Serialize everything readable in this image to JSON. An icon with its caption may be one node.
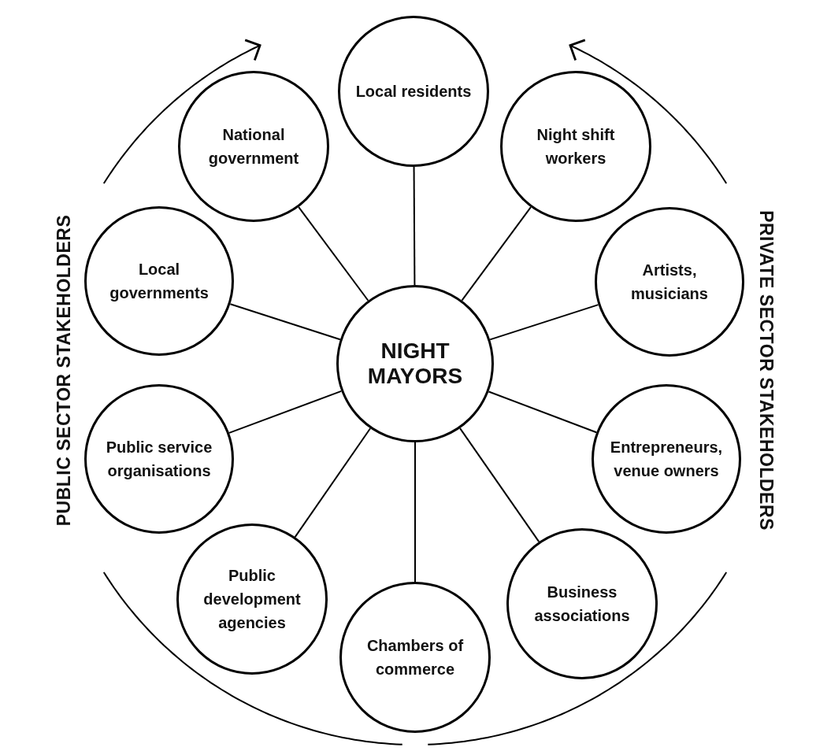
{
  "diagram": {
    "nodes": [
      {
        "text": [
          "Local residents"
        ]
      },
      {
        "text": [
          "National government"
        ]
      },
      {
        "text": [
          "Night shift workers"
        ]
      },
      {
        "text": [
          "Local governments"
        ]
      },
      {
        "text": [
          "Artists, musicians"
        ]
      },
      {
        "text": [
          "NIGHT MAYORS"
        ]
      },
      {
        "text": [
          "Public service organisations"
        ]
      },
      {
        "text": [
          "Entrepreneurs, venue owners"
        ]
      },
      {
        "text": [
          "Public development agencies"
        ]
      },
      {
        "text": [
          "Business associations"
        ]
      },
      {
        "text": [
          "Chambers of commerce"
        ]
      }
    ],
    "edges": [
      {
        "from": 5,
        "to": 0,
        "arrow": "none"
      },
      {
        "from": 5,
        "to": 1,
        "arrow": "none"
      },
      {
        "from": 5,
        "to": 2,
        "arrow": "none"
      },
      {
        "from": 5,
        "to": 3,
        "arrow": "none"
      },
      {
        "from": 5,
        "to": 4,
        "arrow": "none"
      },
      {
        "from": 5,
        "to": 6,
        "arrow": "none"
      },
      {
        "from": 5,
        "to": 7,
        "arrow": "none"
      },
      {
        "from": 5,
        "to": 8,
        "arrow": "none"
      },
      {
        "from": 5,
        "to": 9,
        "arrow": "none"
      },
      {
        "from": 5,
        "to": 10,
        "arrow": "none"
      }
    ],
    "labels": [
      "PUBLIC SECTOR STAKEHOLDERS",
      "PRIVATE SECTOR STAKEHOLDERS"
    ]
  }
}
